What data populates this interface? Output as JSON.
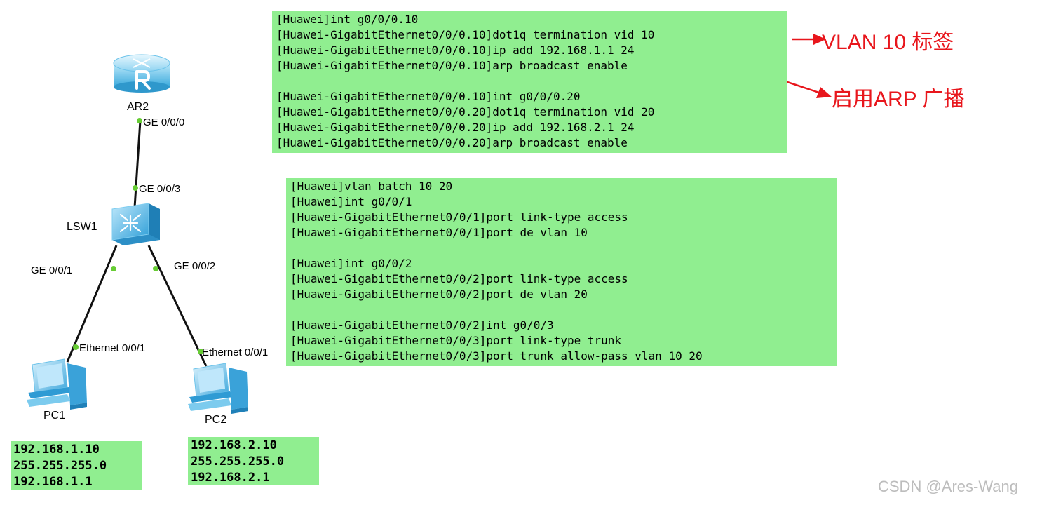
{
  "colors": {
    "box_bg": "#90ee90",
    "annotation": "#e8161c",
    "link": "#111111",
    "port_dot": "#66cc33"
  },
  "devices": {
    "router": {
      "name": "AR2",
      "icon": "router-icon",
      "port": "GE 0/0/0"
    },
    "switch": {
      "name": "LSW1",
      "icon": "switch-icon",
      "port_up": "GE 0/0/3",
      "port_left": "GE 0/0/1",
      "port_right": "GE 0/0/2"
    },
    "pc1": {
      "name": "PC1",
      "icon": "pc-icon",
      "port": "Ethernet 0/0/1"
    },
    "pc2": {
      "name": "PC2",
      "icon": "pc-icon",
      "port": "Ethernet 0/0/1"
    }
  },
  "router_config": [
    "[Huawei]int g0/0/0.10",
    "[Huawei-GigabitEthernet0/0/0.10]dot1q termination vid 10",
    "[Huawei-GigabitEthernet0/0/0.10]ip add 192.168.1.1 24",
    "[Huawei-GigabitEthernet0/0/0.10]arp broadcast enable",
    "",
    "[Huawei-GigabitEthernet0/0/0.10]int g0/0/0.20",
    "[Huawei-GigabitEthernet0/0/0.20]dot1q termination vid 20",
    "[Huawei-GigabitEthernet0/0/0.20]ip add 192.168.2.1 24",
    "[Huawei-GigabitEthernet0/0/0.20]arp broadcast enable"
  ],
  "switch_config": [
    "[Huawei]vlan batch 10 20",
    "[Huawei]int g0/0/1",
    "[Huawei-GigabitEthernet0/0/1]port link-type access",
    "[Huawei-GigabitEthernet0/0/1]port de vlan 10",
    "",
    "[Huawei]int g0/0/2",
    "[Huawei-GigabitEthernet0/0/2]port link-type access",
    "[Huawei-GigabitEthernet0/0/2]port de vlan 20",
    "",
    "[Huawei-GigabitEthernet0/0/2]int g0/0/3",
    "[Huawei-GigabitEthernet0/0/3]port link-type trunk",
    "[Huawei-GigabitEthernet0/0/3]port trunk allow-pass vlan 10 20"
  ],
  "pc1_ip": {
    "ip": "192.168.1.10",
    "mask": "255.255.255.0",
    "gateway": "192.168.1.1"
  },
  "pc2_ip": {
    "ip": "192.168.2.10",
    "mask": "255.255.255.0",
    "gateway": "192.168.2.1"
  },
  "annotations": {
    "vlan_tag": "VLAN 10 标签",
    "arp_broadcast": "启用ARP 广播"
  },
  "watermark": "CSDN @Ares-Wang"
}
